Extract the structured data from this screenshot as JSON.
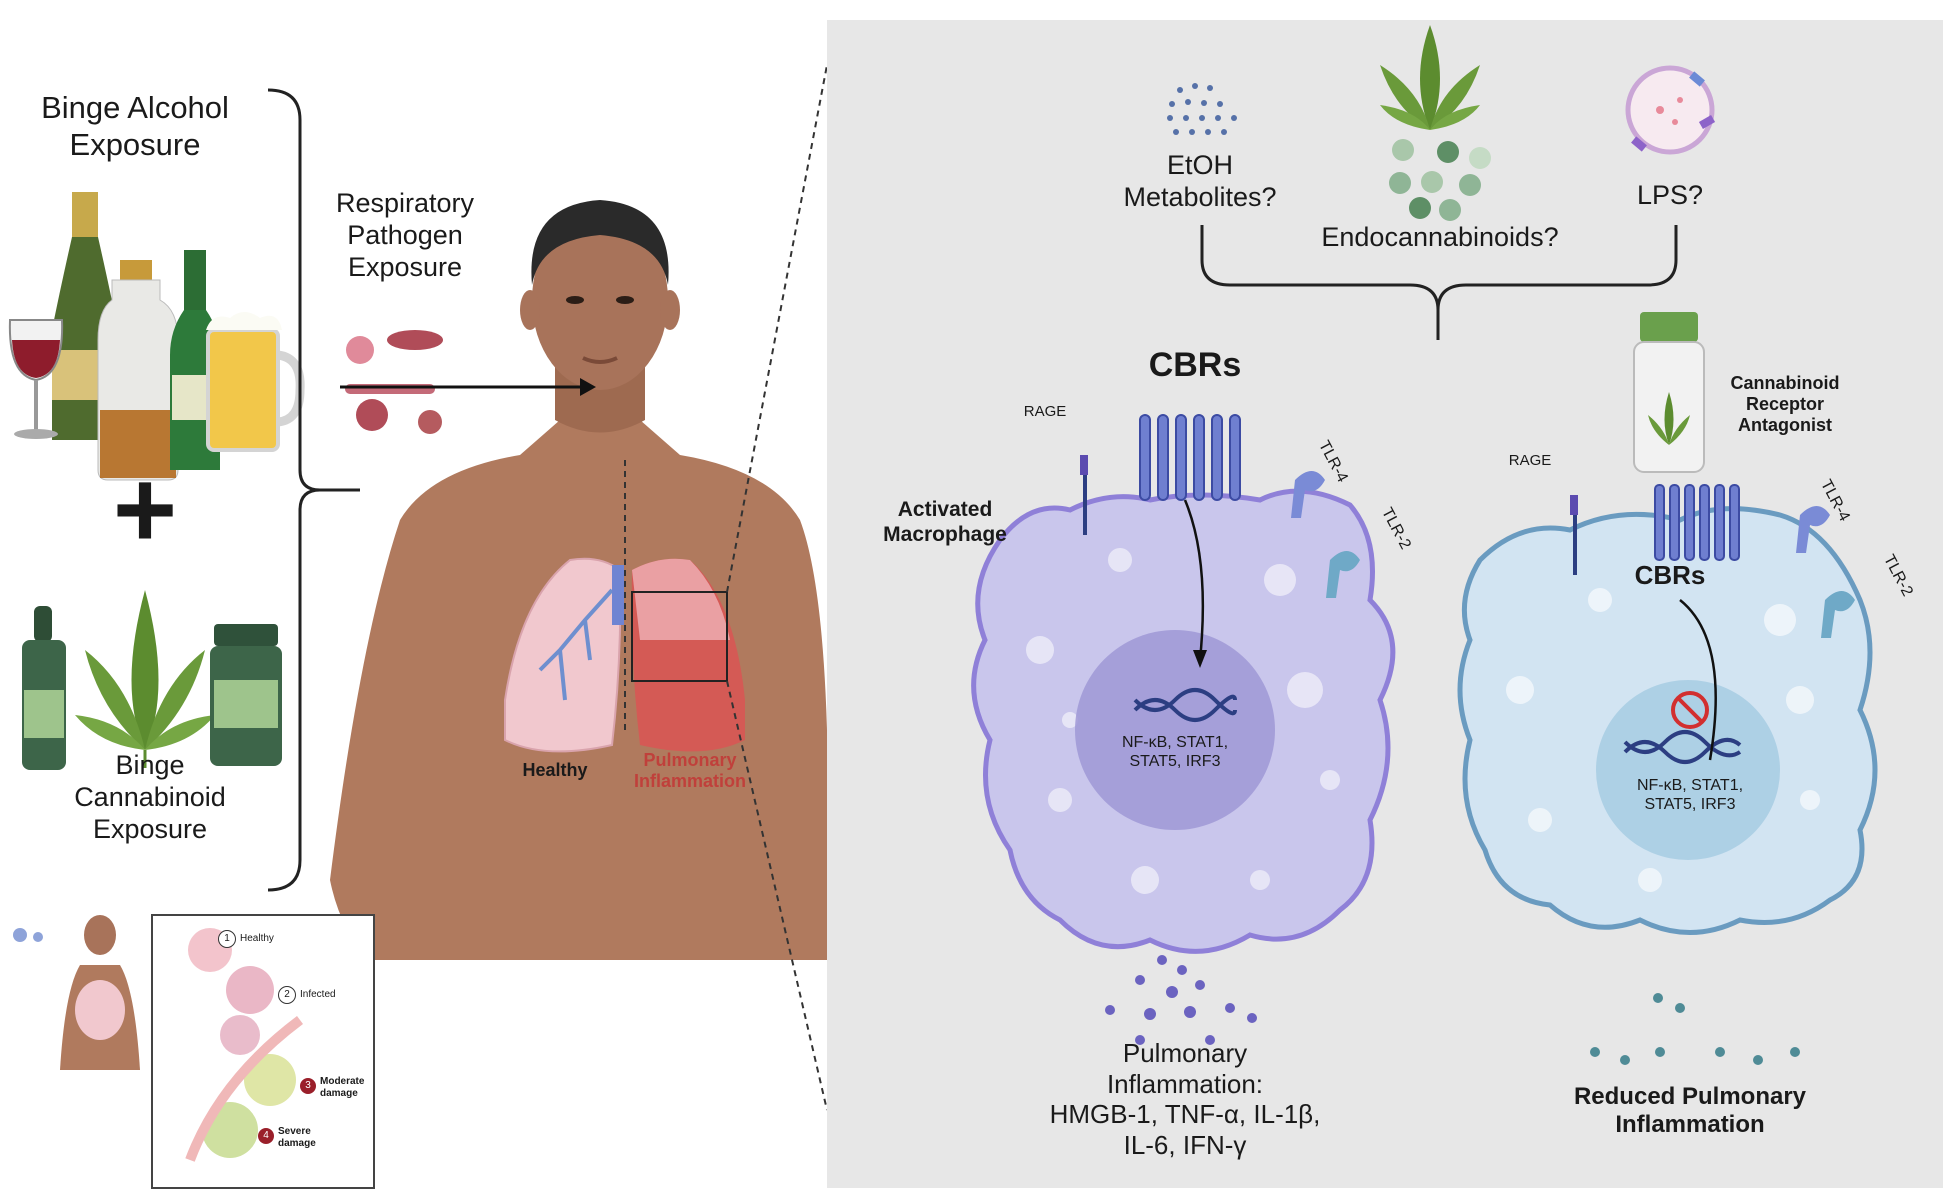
{
  "left": {
    "alcohol": {
      "line1": "Binge Alcohol",
      "line2": "Exposure"
    },
    "plus": "+",
    "cannabinoid": {
      "line1": "Binge",
      "line2": "Cannabinoid",
      "line3": "Exposure"
    },
    "pathogen": {
      "line1": "Respiratory",
      "line2": "Pathogen",
      "line3": "Exposure"
    },
    "lung_labels": {
      "healthy": "Healthy",
      "inflamed_line1": "Pulmonary",
      "inflamed_line2": "Inflammation"
    },
    "inset": {
      "step1": {
        "num": "1",
        "label": "Healthy"
      },
      "step2": {
        "num": "2",
        "label": "Infected"
      },
      "step3": {
        "num": "3",
        "label1": "Moderate",
        "label2": "damage"
      },
      "step4": {
        "num": "4",
        "label1": "Severe",
        "label2": "damage"
      }
    }
  },
  "right": {
    "etoh": {
      "line1": "EtOH",
      "line2": "Metabolites?"
    },
    "endo": "Endocannabinoids?",
    "lps": "LPS?",
    "cbrs_main": "CBRs",
    "cbrs_right": "CBRs",
    "rage_left": "RAGE",
    "rage_right": "RAGE",
    "tlr4_left": "TLR-4",
    "tlr2_left": "TLR-2",
    "tlr4_right": "TLR-4",
    "tlr2_right": "TLR-2",
    "activated": {
      "line1": "Activated",
      "line2": "Macrophage"
    },
    "antagonist": {
      "line1": "Cannabinoid",
      "line2": "Receptor",
      "line3": "Antagonist"
    },
    "tf_left": {
      "line1": "NF-κB, STAT1,",
      "line2": "STAT5, IRF3"
    },
    "tf_right": {
      "line1": "NF-κB, STAT1,",
      "line2": "STAT5, IRF3"
    },
    "inflammation": {
      "line1": "Pulmonary",
      "line2": "Inflammation:",
      "line3": "HMGB-1, TNF-α, IL-1β,",
      "line4": "IL-6, IFN-γ"
    },
    "reduced": {
      "line1": "Reduced Pulmonary",
      "line2": "Inflammation"
    }
  },
  "colors": {
    "panel_bg": "#e7e7e7",
    "skin": "#b07a5e",
    "macrophage_active": "#c9c6ec",
    "macrophage_resting": "#d2e4f2",
    "receptor_blue": "#5b6fc4",
    "inflamed_red": "#d45a55"
  }
}
